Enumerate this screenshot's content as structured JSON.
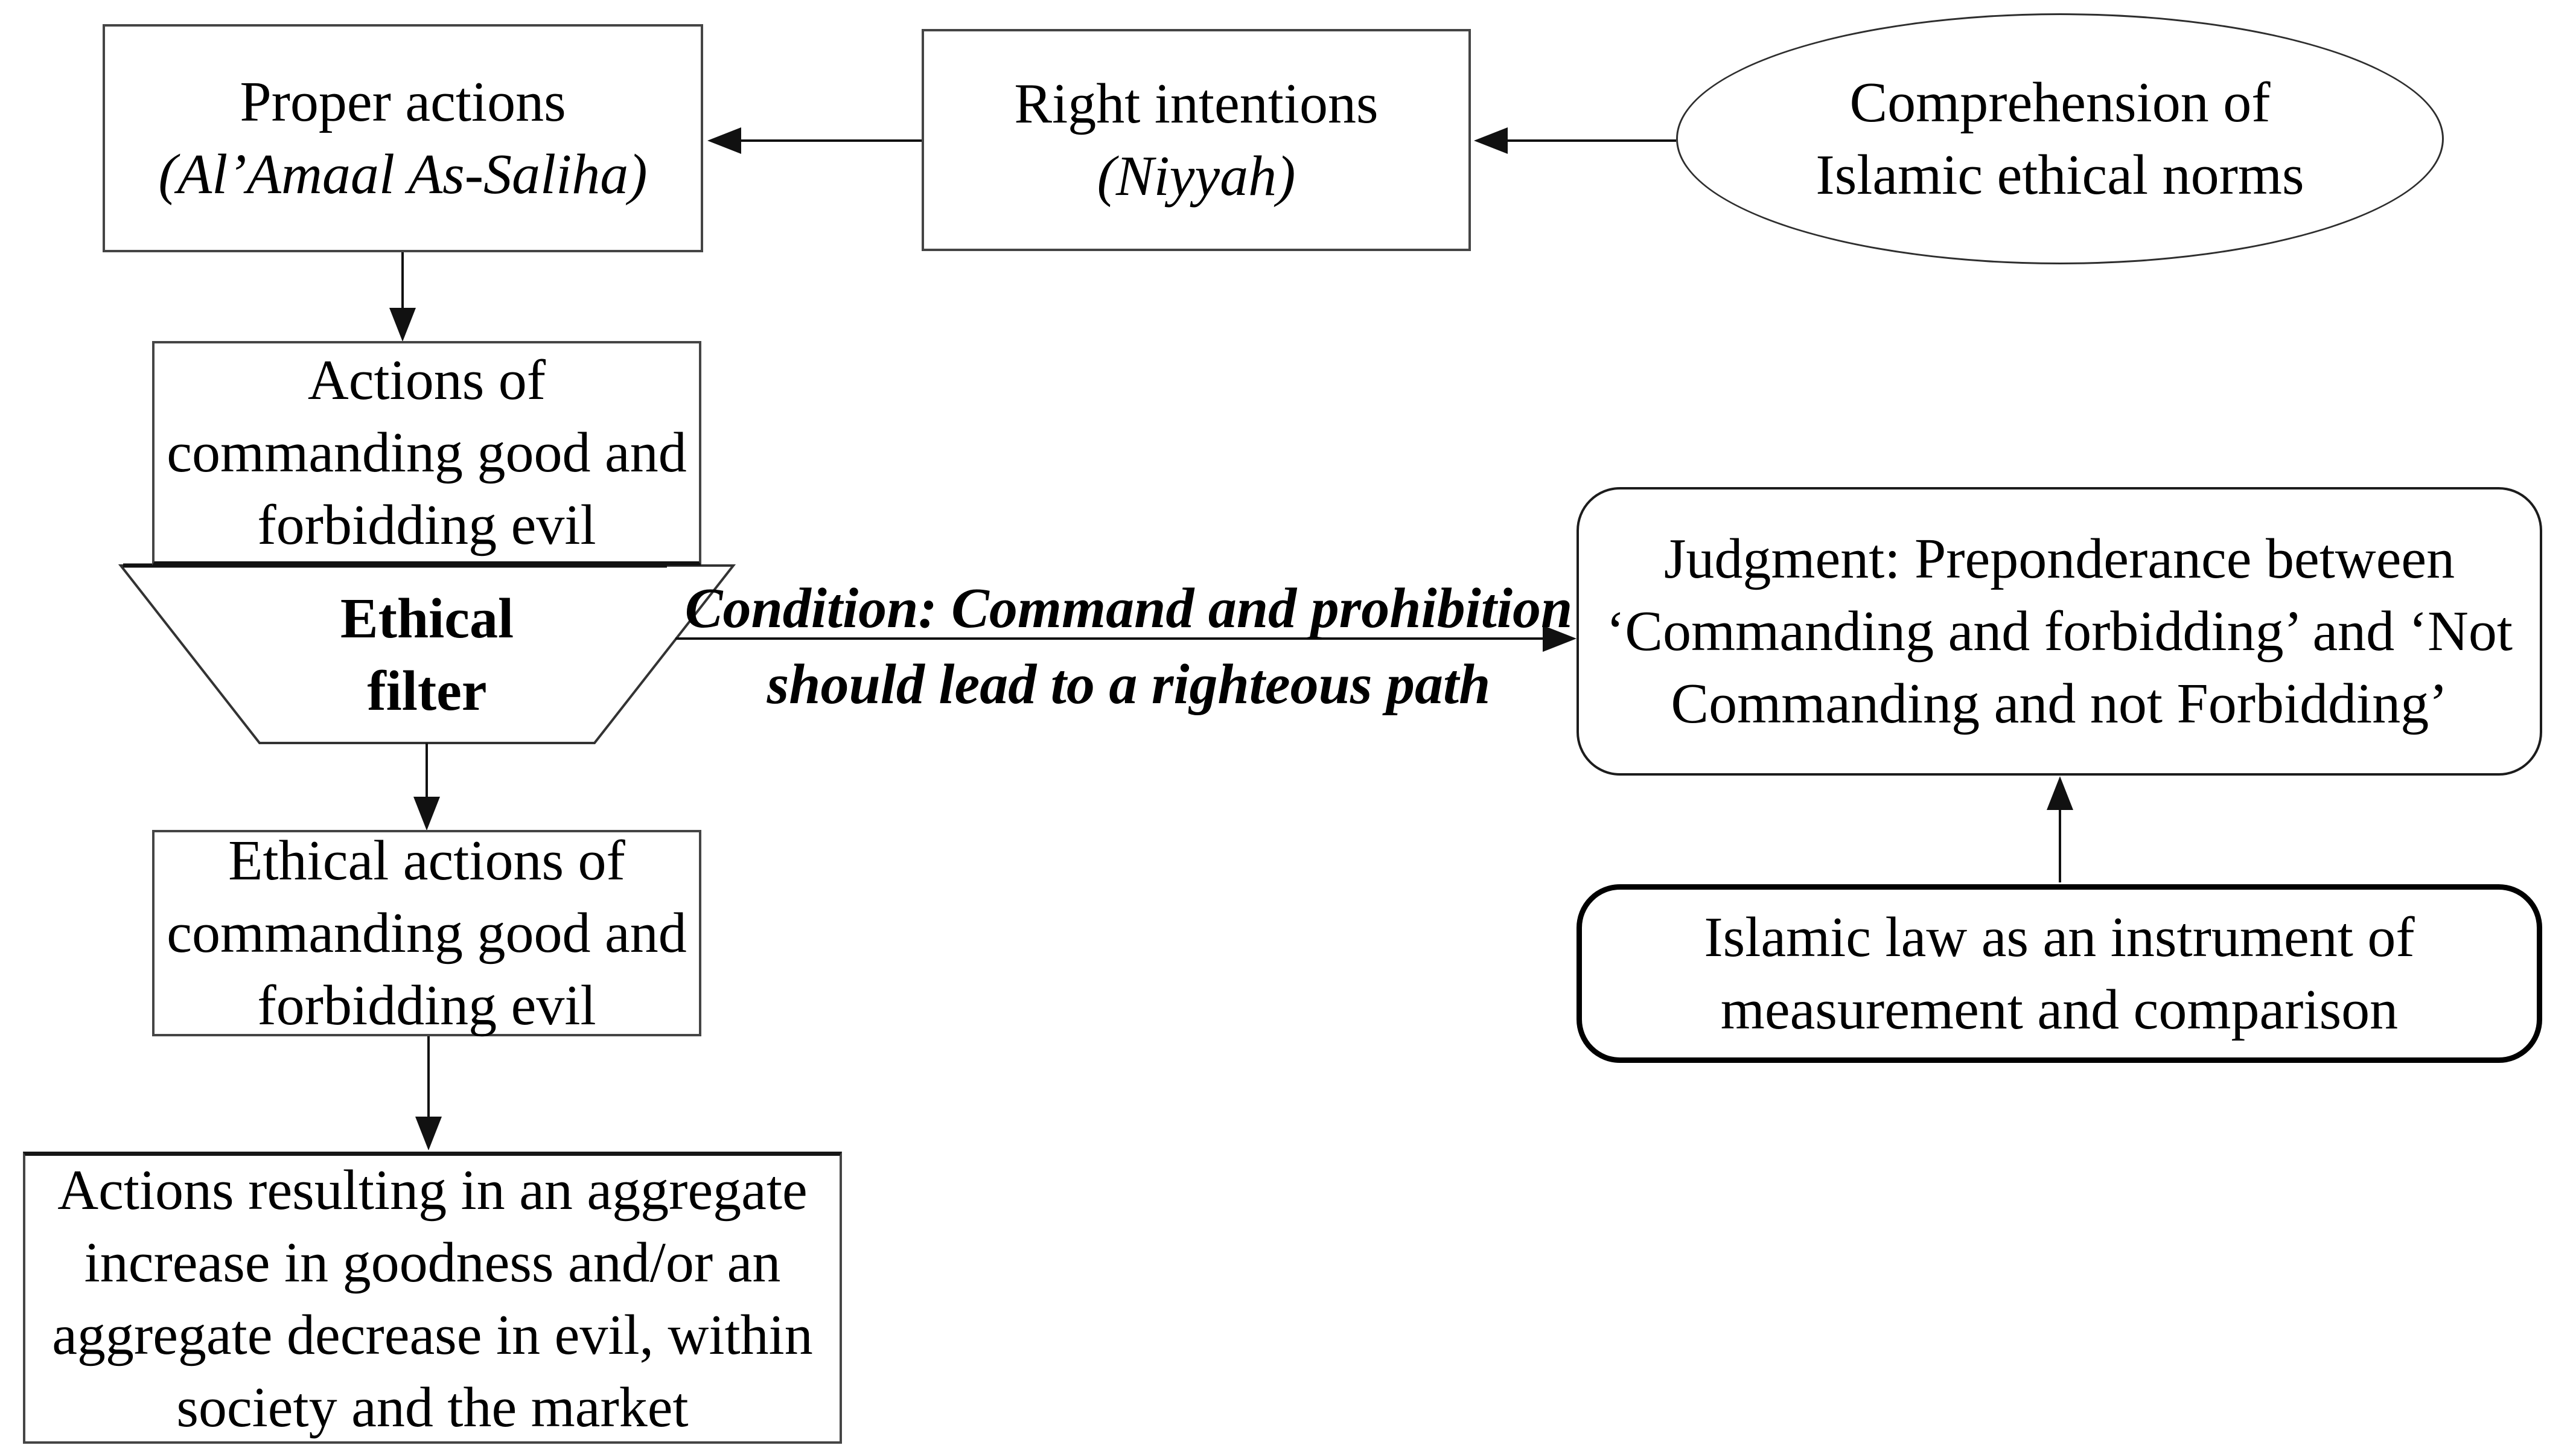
{
  "diagram": {
    "background_color": "#ffffff",
    "text_color": "#000000",
    "line_color": "#111111",
    "nodes": {
      "proper_actions": {
        "line1": "Proper actions",
        "line2_italic": "(Al’Amaal As-Saliha)"
      },
      "right_intentions": {
        "line1": "Right intentions",
        "line2_italic": "(Niyyah)"
      },
      "comprehension": {
        "text": "Comprehension of\nIslamic ethical norms"
      },
      "actions_commanding": {
        "text": "Actions of\ncommanding good and\nforbidding evil"
      },
      "ethical_filter": {
        "text": "Ethical\nfilter"
      },
      "condition_label": {
        "line1": "Condition: Command and prohibition",
        "line2": "should lead to a righteous path"
      },
      "judgment": {
        "text": "Judgment: Preponderance between\n‘Commanding and forbidding’ and ‘Not\nCommanding and not Forbidding’"
      },
      "islamic_law": {
        "text": "Islamic law as an instrument of\nmeasurement and comparison"
      },
      "ethical_actions": {
        "text": "Ethical actions of\ncommanding good and\nforbidding evil"
      },
      "aggregate_outcome": {
        "text": "Actions resulting in an aggregate\nincrease in goodness and/or an\naggregate decrease in evil, within\nsociety and the market"
      }
    }
  }
}
